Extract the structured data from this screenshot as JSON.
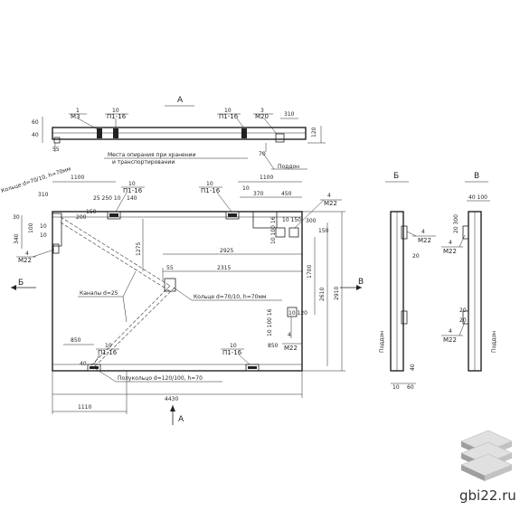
{
  "views": {
    "a_top": "А",
    "a_bottom": "А",
    "b_side": "Б",
    "v_side": "В",
    "b_arrow_left": "Б",
    "v_arrow_right": "В"
  },
  "top_view": {
    "d60": "60",
    "d40": "40",
    "d55": "55",
    "label_m3_n": "1",
    "label_m3": "М3",
    "label_mp1_n": "10",
    "label_mp1": "П1-16",
    "label_mp2_n": "10",
    "label_mp2": "П1-16",
    "label_m20_n": "3",
    "label_m20": "М20",
    "d310": "310",
    "d120": "120",
    "d70": "70",
    "note_line1": "Места опирания при хранении",
    "note_line2": "и транспортировании",
    "pallet": "Поддон"
  },
  "front_view": {
    "d1100_left": "1100",
    "d1100_right": "1100",
    "d10_p1": "10",
    "p1_left": "П1-16",
    "d10_p2": "10",
    "p2_right": "П1-16",
    "d10_b": "10",
    "d370": "370",
    "d450": "450",
    "d25_250_10": "25 250 10",
    "d140": "140",
    "d310": "310",
    "d340": "340",
    "d30": "30",
    "d150": "150",
    "d10_150": "10 150",
    "d300": "300",
    "d1275": "1275",
    "d2925": "2925",
    "d2315": "2315",
    "d55": "55",
    "d1700": "1700",
    "d2610": "2610",
    "d2910": "2910",
    "d850_left": "850",
    "d850_right": "850",
    "d10_120": "10 120",
    "d10_p3": "10",
    "p3_bottom_left": "П1-16",
    "d10_p4": "10",
    "p4_bottom_mid": "П1-16",
    "d4430": "4430",
    "d1110": "1110",
    "d40": "40",
    "d4_m22_a": "4",
    "m22_a": "М22",
    "d4_m22_b": "4",
    "m22_b": "М22",
    "d4_m22_c": "4",
    "m22_c": "М22",
    "d100_side": "100",
    "d10_left_a": "10",
    "d10_left_b": "10",
    "d200": "200",
    "d10_100_16": "10 100 16",
    "loop_top_left": "Кольце d=70/10, h=70мм",
    "loop_center": "Кольце d=70/10, h=70мм",
    "channels": "Каналы d=25",
    "loop_bottom": "Полукольцо d=120/100, h=70",
    "d310_left": "310"
  },
  "side_b": {
    "d4": "4",
    "m22": "М22",
    "d20": "20",
    "pallet": "Поддон",
    "d10": "10",
    "d60": "60",
    "d40": "40"
  },
  "side_v": {
    "d40_100": "40 100",
    "d20_300": "20 300",
    "d4_a": "4",
    "m22_a": "М22",
    "d4_b": "4",
    "m22_b": "М22",
    "d20": "20",
    "d20b": "20",
    "pallet": "Поддон"
  },
  "brand": {
    "site": "gbi22.ru",
    "logo_icon": "stacked-slabs-icon",
    "colors": [
      "#d9d9d9",
      "#bdbdbd",
      "#9e9e9e"
    ]
  }
}
